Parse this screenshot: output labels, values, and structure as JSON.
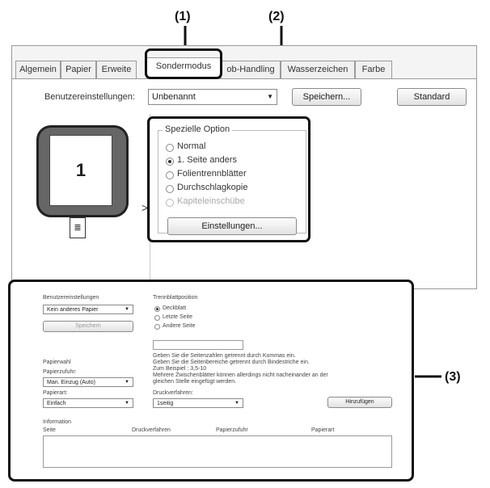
{
  "callouts": {
    "c1": "(1)",
    "c2": "(2)",
    "c3": "(3)"
  },
  "tabs": [
    "Algemein",
    "Papier",
    "Erweite",
    "Sondermodus",
    "ob-Handling",
    "Wasserzeichen",
    "Farbe"
  ],
  "header": {
    "settings_label": "Benutzereinstellungen:",
    "settings_value": "Unbenannt",
    "save_button": "Speichern...",
    "default_button": "Standard"
  },
  "preview": {
    "page_number": "1"
  },
  "special": {
    "group_title": "Spezielle Option",
    "options": [
      "Normal",
      "1. Seite anders",
      "Folientrennblätter",
      "Durchschlagkopie",
      "Kapiteleinschübe"
    ],
    "selected_index": 1,
    "settings_button": "Einstellungen..."
  },
  "subdialog": {
    "settings_label": "Benutzereinstellungen",
    "settings_value": "Kein anderes Papier",
    "save_button": "Speichern",
    "position_title": "Trennblattposition",
    "position_options": [
      "Deckblatt",
      "Letzte Seite",
      "Andere Seite"
    ],
    "position_selected": 0,
    "help_lines": [
      "Geben Sie die Seitenzahlen getrennt durch Kommas ein.",
      "Geben Sie die Seitenbereiche getrennt durch Bindestriche ein.",
      "Zum Beispiel : 3,5-10",
      "Mehrere Zwischenblätter können allerdings nicht nacheinander an der",
      "gleichen Stelle eingefügt werden."
    ],
    "paper_select_label": "Papierwahl",
    "paper_source_label": "Papierzufuhr:",
    "paper_source_value": "Man. Einzug (Auto)",
    "paper_type_label": "Papierart:",
    "paper_type_value": "Einfach",
    "print_mode_label": "Druckverfahren:",
    "print_mode_value": "1seitig",
    "add_button": "Hinzufügen",
    "info_label": "Information",
    "columns": [
      "Seite",
      "Druckverfahren",
      "Papierzufuhr",
      "Papierart"
    ]
  }
}
